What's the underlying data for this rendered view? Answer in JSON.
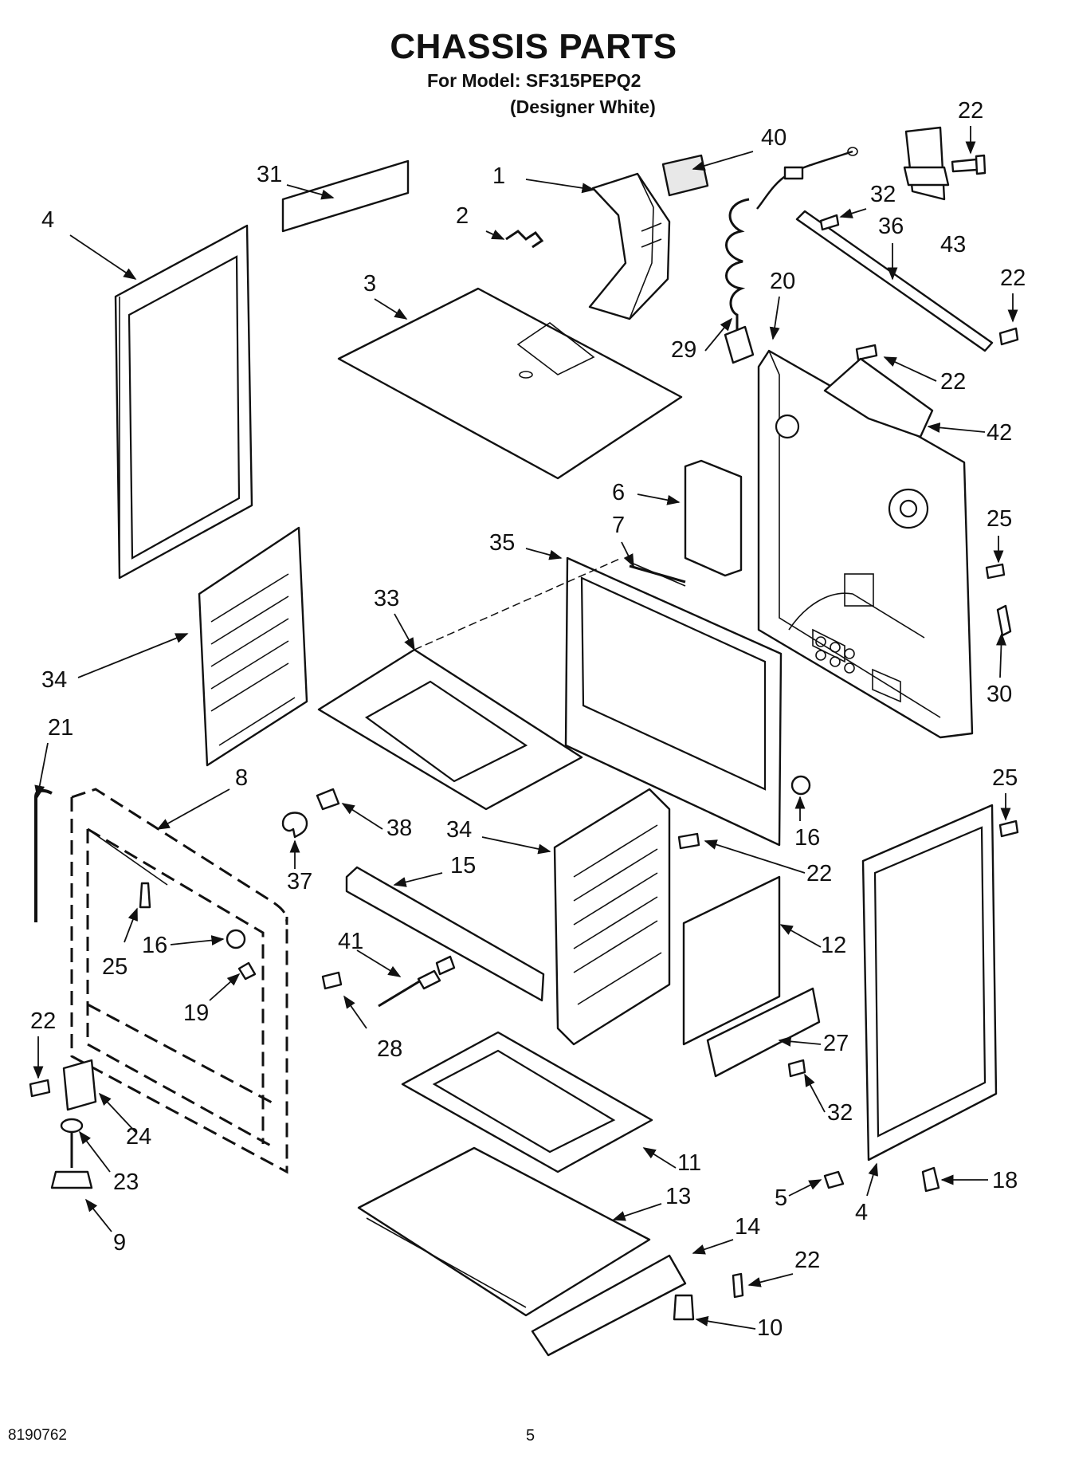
{
  "title": "CHASSIS PARTS",
  "model_line": "For Model: SF315PEPQ2",
  "variant_line": "(Designer White)",
  "document_number": "8190762",
  "page_number": "5",
  "callouts": [
    {
      "id": "c40",
      "label": "40"
    },
    {
      "id": "c1",
      "label": "1"
    },
    {
      "id": "c2",
      "label": "2"
    },
    {
      "id": "c31",
      "label": "31"
    },
    {
      "id": "c4a",
      "label": "4"
    },
    {
      "id": "c3",
      "label": "3"
    },
    {
      "id": "c22a",
      "label": "22"
    },
    {
      "id": "c32a",
      "label": "32"
    },
    {
      "id": "c36",
      "label": "36"
    },
    {
      "id": "c43",
      "label": "43"
    },
    {
      "id": "c22b",
      "label": "22"
    },
    {
      "id": "c20",
      "label": "20"
    },
    {
      "id": "c29",
      "label": "29"
    },
    {
      "id": "c22c",
      "label": "22"
    },
    {
      "id": "c42",
      "label": "42"
    },
    {
      "id": "c6",
      "label": "6"
    },
    {
      "id": "c7",
      "label": "7"
    },
    {
      "id": "c35",
      "label": "35"
    },
    {
      "id": "c33",
      "label": "33"
    },
    {
      "id": "c25a",
      "label": "25"
    },
    {
      "id": "c34a",
      "label": "34"
    },
    {
      "id": "c30",
      "label": "30"
    },
    {
      "id": "c21",
      "label": "21"
    },
    {
      "id": "c8",
      "label": "8"
    },
    {
      "id": "c25b",
      "label": "25"
    },
    {
      "id": "c38",
      "label": "38"
    },
    {
      "id": "c34b",
      "label": "34"
    },
    {
      "id": "c16a",
      "label": "16"
    },
    {
      "id": "c37",
      "label": "37"
    },
    {
      "id": "c15",
      "label": "15"
    },
    {
      "id": "c22d",
      "label": "22"
    },
    {
      "id": "c16b",
      "label": "16"
    },
    {
      "id": "c25c",
      "label": "25"
    },
    {
      "id": "c41",
      "label": "41"
    },
    {
      "id": "c12",
      "label": "12"
    },
    {
      "id": "c19",
      "label": "19"
    },
    {
      "id": "c28",
      "label": "28"
    },
    {
      "id": "c22e",
      "label": "22"
    },
    {
      "id": "c27",
      "label": "27"
    },
    {
      "id": "c24",
      "label": "24"
    },
    {
      "id": "c23",
      "label": "23"
    },
    {
      "id": "c11",
      "label": "11"
    },
    {
      "id": "c32b",
      "label": "32"
    },
    {
      "id": "c9",
      "label": "9"
    },
    {
      "id": "c13",
      "label": "13"
    },
    {
      "id": "c5",
      "label": "5"
    },
    {
      "id": "c4b",
      "label": "4"
    },
    {
      "id": "c18",
      "label": "18"
    },
    {
      "id": "c14",
      "label": "14"
    },
    {
      "id": "c22f",
      "label": "22"
    },
    {
      "id": "c10",
      "label": "10"
    }
  ]
}
